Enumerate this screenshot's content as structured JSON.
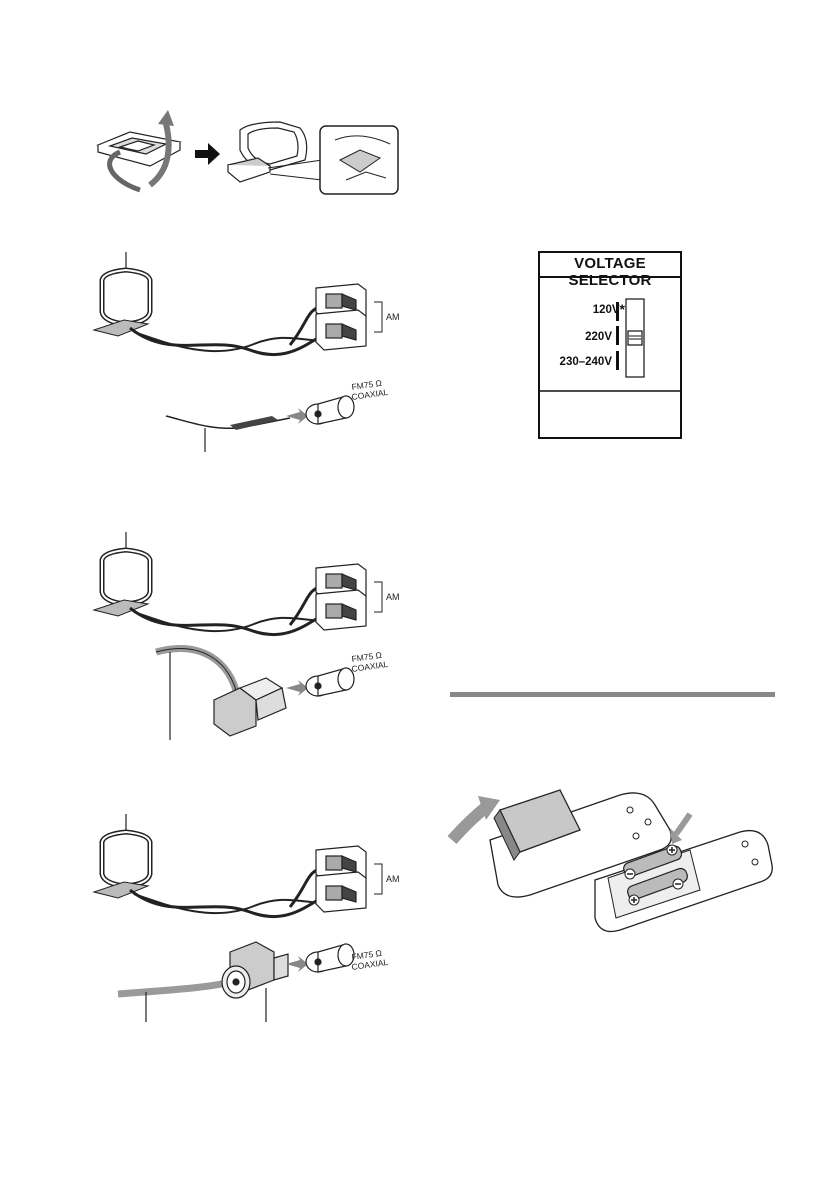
{
  "labels": {
    "am": "AM",
    "fm_line1": "FM75 Ω",
    "fm_line2": "COAXIAL"
  },
  "voltage_selector": {
    "title": "VOLTAGE SELECTOR",
    "options": [
      "120V",
      "220V",
      "230–240V"
    ],
    "asterisk": "*"
  },
  "colors": {
    "line": "#222222",
    "gray_fill": "#c8c8c8",
    "cable_gray": "#9a9a9a",
    "rule": "#888888"
  }
}
